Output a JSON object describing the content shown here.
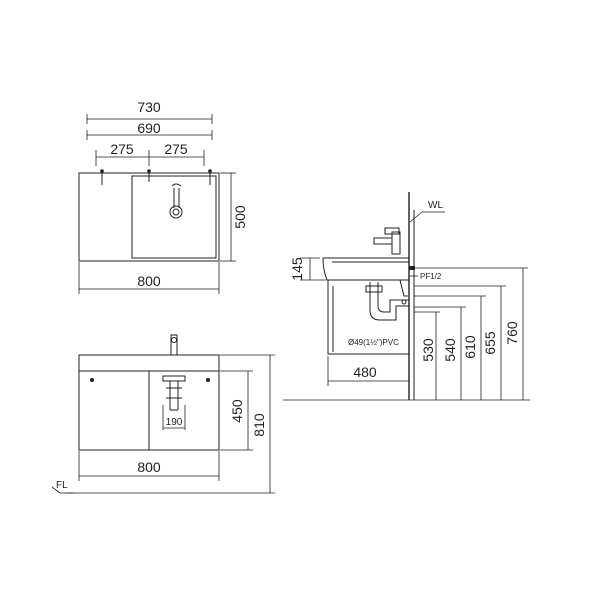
{
  "top_view": {
    "width_overall": "730",
    "width_inner": "690",
    "spacing_left": "275",
    "spacing_right": "275",
    "depth": "500",
    "width_bottom": "800"
  },
  "front_view": {
    "cabinet_height": "450",
    "total_height": "810",
    "width": "800",
    "drain_offset": "190",
    "floor_label": "FL"
  },
  "side_view": {
    "water_level_label": "WL",
    "counter_thickness": "145",
    "valve_label": "PF1/2",
    "drain_pipe_label": "Ø49(1½\")PVC",
    "depth": "480",
    "heights": [
      "530",
      "540",
      "610",
      "655",
      "760"
    ]
  }
}
